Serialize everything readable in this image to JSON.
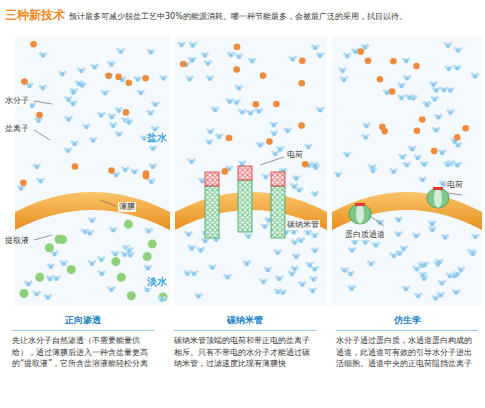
{
  "diagram": {
    "title": "三种新技术",
    "nodes": [
      {
        "text": [
          "正向渗透",
          "先让水分子自然渗透（不需要能量供给），通过薄膜后进入一种含盐量更高的“提取液”，它所含盐溶液能轻松分离"
        ]
      },
      {
        "text": [
          "碳纳米管",
          "碳纳米管顶端的电荷和带正电的盐离子相斥。只有不带电的水分子才能通过碳纳米管，过滤速度比现有薄膜快"
        ]
      },
      {
        "text": [
          "仿生学",
          "水分子通过蛋白质，水通道蛋白构成的通道，此通道可有效的引导水分子进出活细胞。通道中央的正电荷阻挡盐离子"
        ]
      }
    ],
    "labels": [
      "预计最多可减少脱盐工艺中30%的能源消耗。哪一种节能最多，会被最广泛的采用，拭目以待。",
      "水分子",
      "盐离子",
      "盐水",
      "薄膜",
      "提取液",
      "淡水",
      "电荷",
      "碳纳米管",
      "电荷",
      "蛋白质通道"
    ]
  }
}
